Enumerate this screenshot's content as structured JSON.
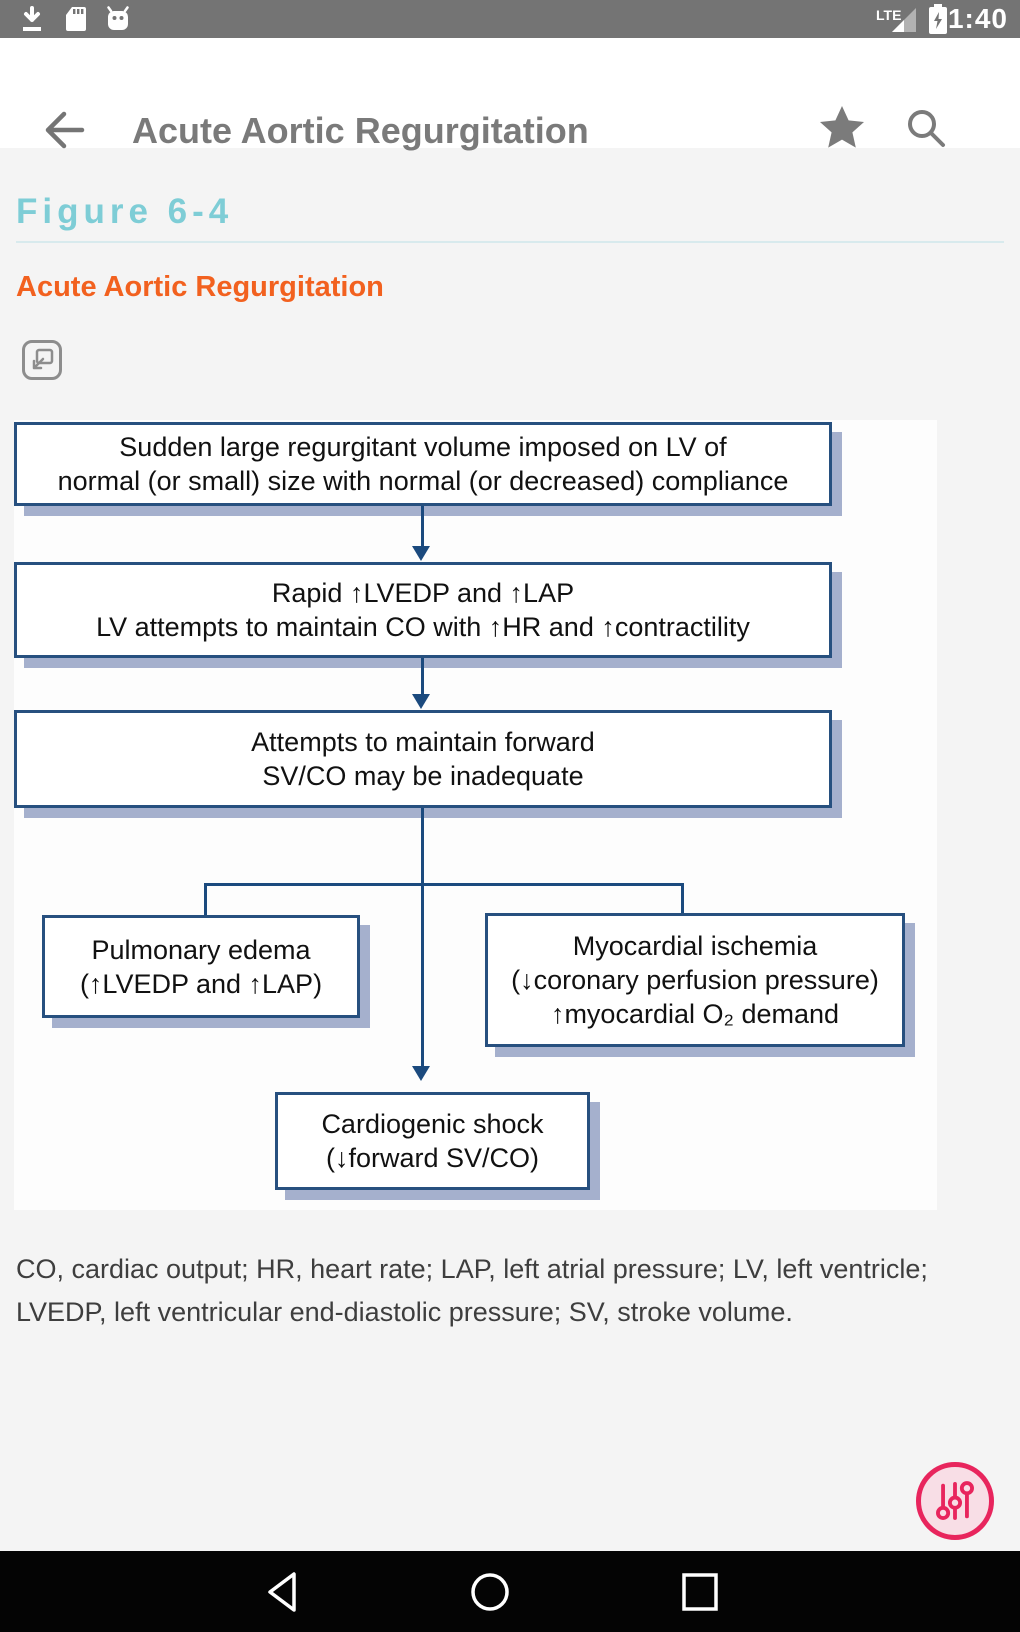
{
  "status_bar": {
    "time": "1:40",
    "network": "LTE",
    "left_icons": [
      "download-icon",
      "sd-card-icon",
      "android-notification-icon"
    ],
    "right_icons": [
      "signal-icon",
      "battery-charging-icon"
    ]
  },
  "toolbar": {
    "title": "Acute Aortic Regurgitation",
    "icons": [
      "back-arrow-icon",
      "star-icon",
      "search-icon"
    ]
  },
  "article": {
    "figure_label": "Figure 6-4",
    "figure_title": "Acute Aortic Regurgitation",
    "image_button_icon": "expand-image-icon",
    "caption": "CO, cardiac output; HR, heart rate; LAP, left atrial pressure; LV, left ventricle; LVEDP, left ventricular end-diastolic pressure; SV, stroke volume."
  },
  "flowchart": {
    "box_sudden": {
      "lines": [
        "Sudden large regurgitant volume imposed on LV of",
        "normal (or small) size with normal (or decreased) compliance"
      ]
    },
    "box_rapid": {
      "lines": [
        "Rapid ↑LVEDP and ↑LAP",
        "LV attempts to maintain CO with ↑HR and ↑contractility"
      ]
    },
    "box_attempts": {
      "lines": [
        "Attempts to maintain forward",
        "SV/CO may be inadequate"
      ]
    },
    "box_pulmonary": {
      "lines": [
        "Pulmonary edema",
        "(↑LVEDP and ↑LAP)"
      ]
    },
    "box_myocardial": {
      "lines": [
        "Myocardial ischemia",
        "(↓coronary perfusion pressure)",
        "↑myocardial O₂ demand"
      ]
    },
    "box_cardiogenic": {
      "lines": [
        "Cardiogenic shock",
        "(↓forward SV/CO)"
      ]
    }
  },
  "fab": {
    "icon": "sliders-icon"
  },
  "nav_bar": {
    "icons": [
      "back-triangle-icon",
      "home-circle-icon",
      "recents-square-icon"
    ]
  },
  "colors": {
    "status_bar_gray": "#747474",
    "accent_teal": "#7ECDD6",
    "accent_orange": "#F2611F",
    "box_border_navy": "#27507F",
    "connector_navy": "#1B4A7E",
    "box_shadow_blue": "#A5B0CD",
    "fab_pink": "#E8255D"
  }
}
